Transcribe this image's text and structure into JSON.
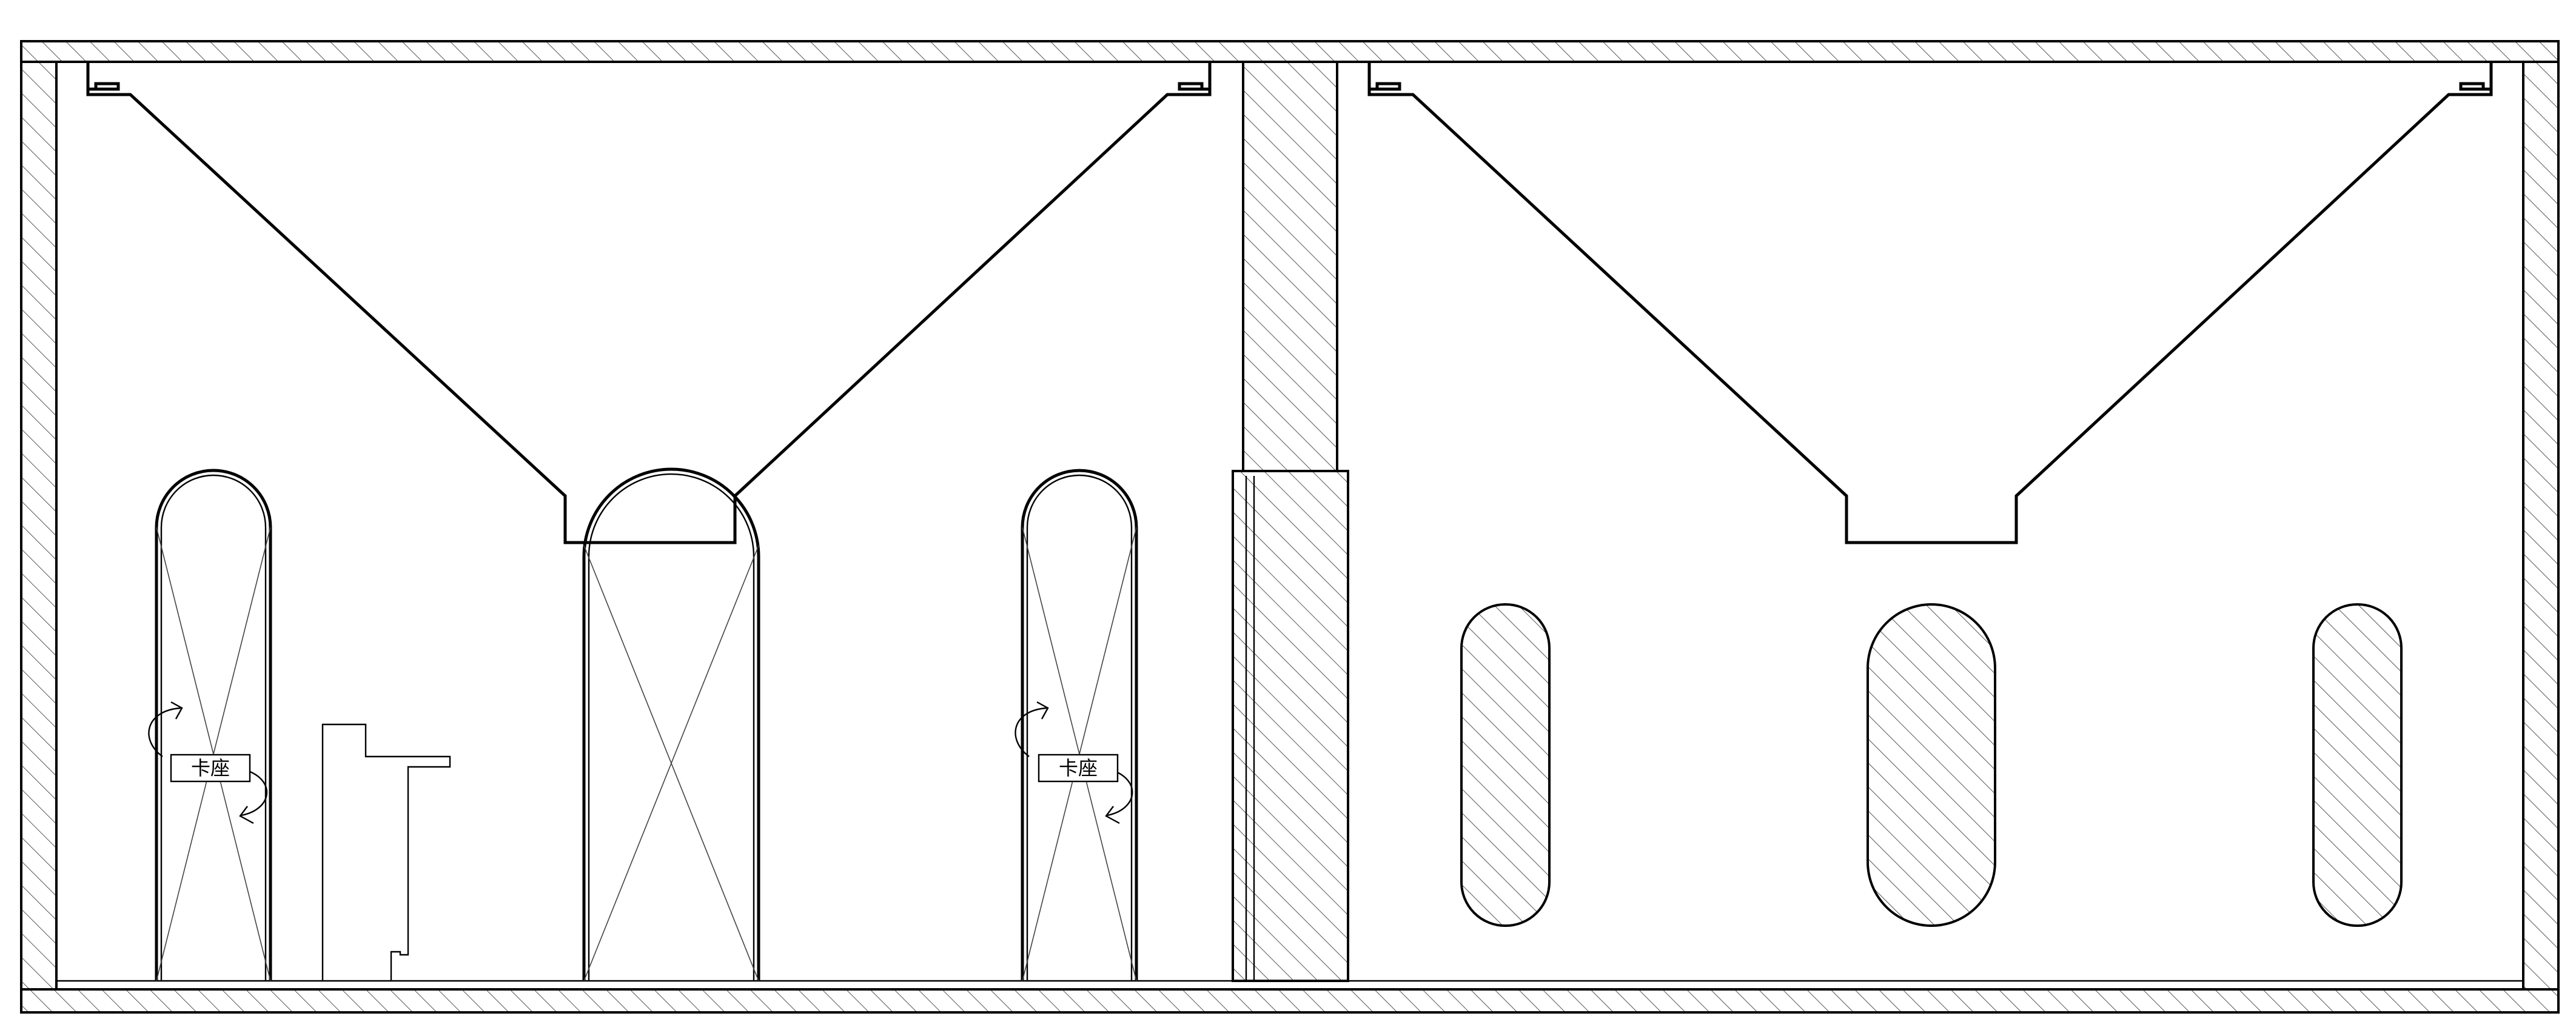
{
  "drawing": {
    "type": "interior-section-elevation",
    "colors": {
      "line": "#000000",
      "hatch": "#555555",
      "background": "#ffffff"
    },
    "labels": {
      "door_tag_left": "卡座",
      "door_tag_right": "卡座"
    }
  }
}
